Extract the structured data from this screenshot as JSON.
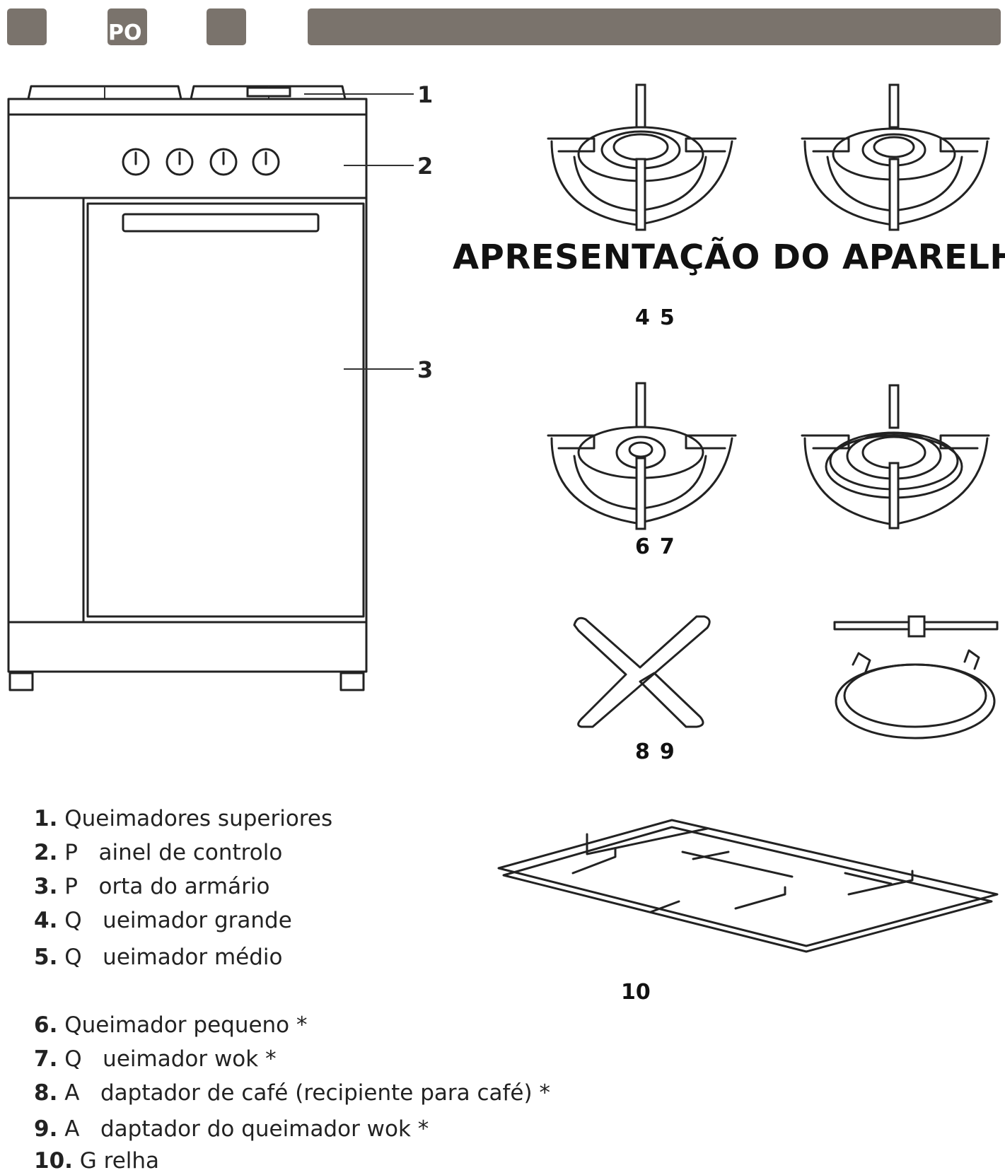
{
  "header": {
    "code": "PO"
  },
  "title": "APRESENTAÇÃO DO APARELHO",
  "callouts": [
    "1",
    "2",
    "3"
  ],
  "pairs": [
    {
      "a": "4",
      "b": "5"
    },
    {
      "a": "6",
      "b": "7"
    },
    {
      "a": "8",
      "b": "9"
    }
  ],
  "grid_label": "10",
  "legend": [
    {
      "num": "1.",
      "text": "Queimadores superiores"
    },
    {
      "num": "2.",
      "text": "P   ainel de controlo"
    },
    {
      "num": "3.",
      "text": "P   orta do armário"
    },
    {
      "num": "4.",
      "text": "Q   ueimador grande"
    },
    {
      "num": "5.",
      "text": "Q   ueimador médio"
    },
    {
      "num": "6.",
      "text": "Queimador pequeno *"
    },
    {
      "num": "7.",
      "text": "Q   ueimador wok *"
    },
    {
      "num": "8.",
      "text": "A   daptador de café (recipiente para café) *"
    },
    {
      "num": "9.",
      "text": "A   daptador do queimador wok *"
    },
    {
      "num": "10.",
      "text": "G relha"
    }
  ]
}
